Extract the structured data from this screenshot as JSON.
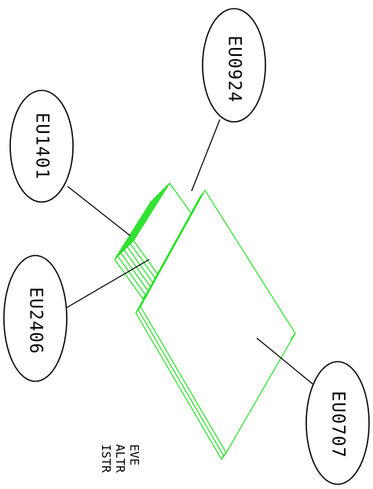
{
  "callouts": {
    "top": "EU0924",
    "upper_left": "EU1401",
    "lower_left": "EU2406",
    "bottom_right": "EU0707"
  },
  "notes": [
    "EVE",
    "ALTR",
    "ISTR"
  ],
  "colors": {
    "part_outline": "#22e022",
    "callout_outline": "#000000",
    "background": "#ffffff"
  }
}
